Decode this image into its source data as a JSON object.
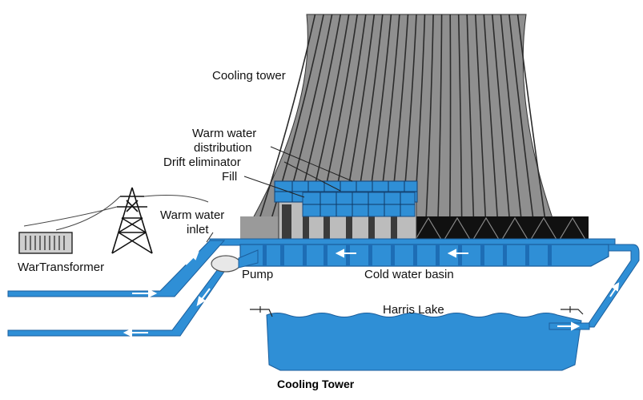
{
  "labels": {
    "cooling_tower": "Cooling tower",
    "warm_water_distribution_line1": "Warm water",
    "warm_water_distribution_line2": "distribution",
    "drift_eliminator": "Drift eliminator",
    "fill": "Fill",
    "warm_water_inlet_line1": "Warm water",
    "warm_water_inlet_line2": "inlet",
    "transformer": "WarTransformer",
    "pump": "Pump",
    "cold_water_basin": "Cold water basin",
    "lake": "Harris Lake"
  },
  "caption": "Cooling Tower",
  "colors": {
    "tower_body": "#8a8a8a",
    "tower_lines": "#2b2b2b",
    "water": "#2f8fd6",
    "water_dark": "#1b5e9c",
    "fill_black": "#111111",
    "background": "#ffffff"
  }
}
